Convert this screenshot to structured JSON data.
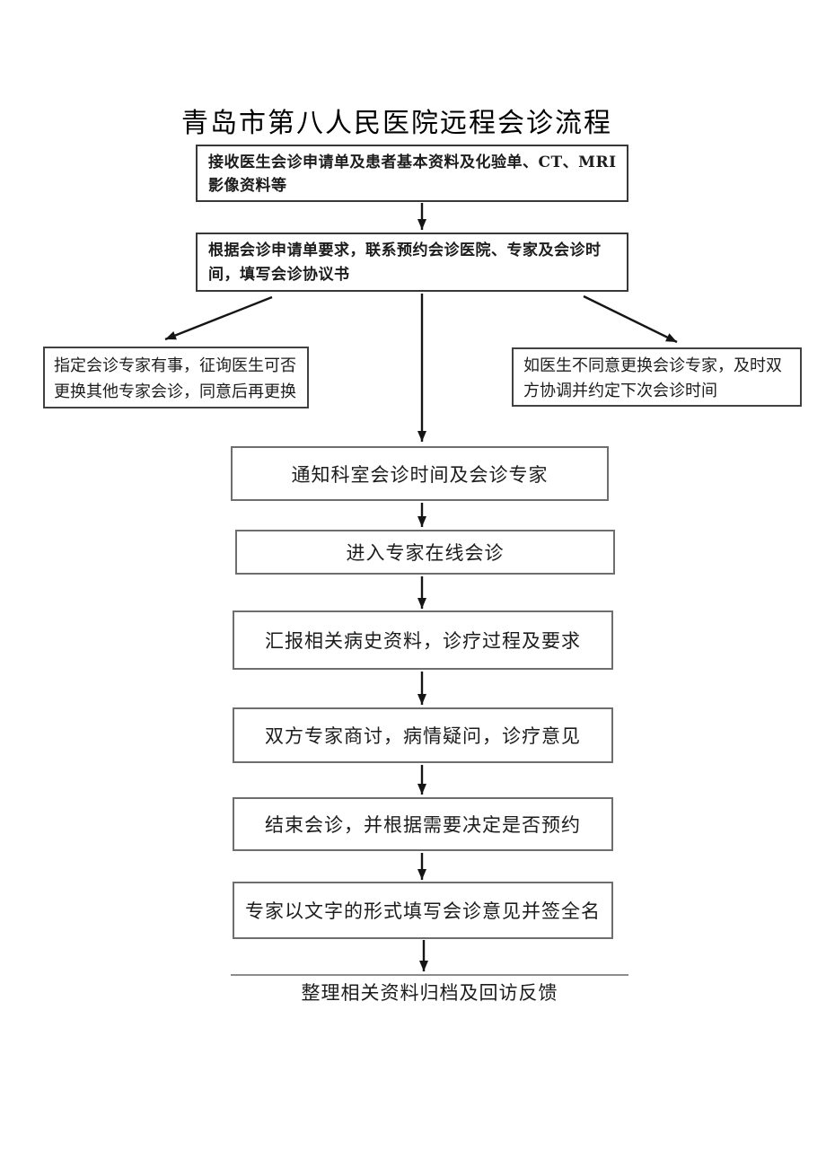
{
  "document": {
    "title": "青岛市第八人民医院远程会诊流程"
  },
  "flowchart": {
    "nodes": [
      {
        "id": "receive-materials",
        "lines": [
          "接收医生会诊申请单及患者基本资料及化验单、CT、MRI",
          "影像资料等"
        ]
      },
      {
        "id": "contact-schedule",
        "lines": [
          "根据会诊申请单要求，联系预约会诊医院、专家及会诊时",
          "间，填写会诊协议书"
        ]
      },
      {
        "id": "expert-unavailable",
        "lines": [
          "指定会诊专家有事，征询医生可否",
          "更换其他专家会诊，同意后再更换"
        ]
      },
      {
        "id": "doctor-disagrees",
        "lines": [
          "如医生不同意更换会诊专家，及时双",
          "方协调并约定下次会诊时间"
        ]
      },
      {
        "id": "notify-department",
        "text": "通知科室会诊时间及会诊专家"
      },
      {
        "id": "enter-online-consult",
        "text": "进入专家在线会诊"
      },
      {
        "id": "report-history",
        "text": "汇报相关病史资料，诊疗过程及要求"
      },
      {
        "id": "experts-discuss",
        "text": "双方专家商讨，病情疑问，诊疗意见"
      },
      {
        "id": "end-consult",
        "text": "结束会诊，并根据需要决定是否预约"
      },
      {
        "id": "write-opinion",
        "text": "专家以文字的形式填写会诊意见并签全名"
      },
      {
        "id": "archive-feedback",
        "text": "整理相关资料归档及回访反馈"
      }
    ],
    "line_color": "#151515"
  }
}
